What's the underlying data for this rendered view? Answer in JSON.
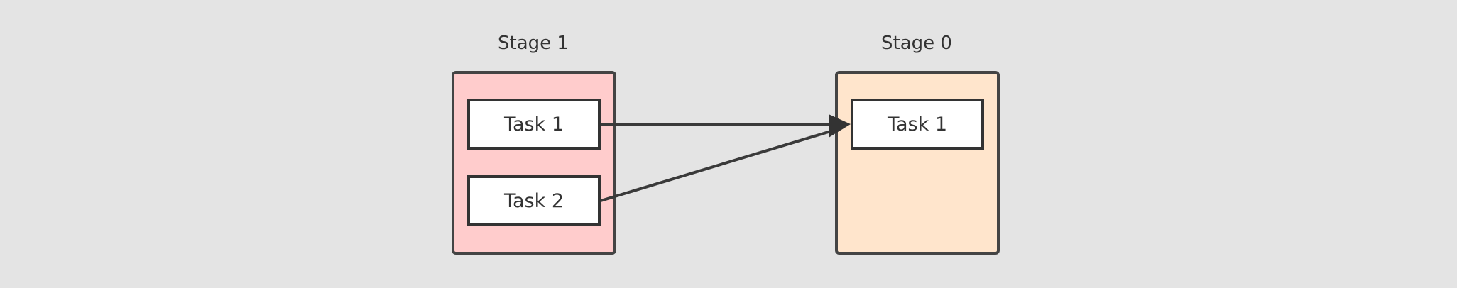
{
  "stages": [
    {
      "title": "Stage 1",
      "color": "#ffcccc",
      "tasks": [
        "Task 1",
        "Task 2"
      ]
    },
    {
      "title": "Stage 0",
      "color": "#ffe5cc",
      "tasks": [
        "Task 1"
      ]
    }
  ],
  "edges": [
    {
      "from": "Stage 1 / Task 1",
      "to": "Stage 0 / Task 1"
    },
    {
      "from": "Stage 1 / Task 2",
      "to": "Stage 0 / Task 1"
    }
  ],
  "colors": {
    "background": "#e4e4e4",
    "border": "#444444",
    "edge": "#3a3a3a"
  }
}
